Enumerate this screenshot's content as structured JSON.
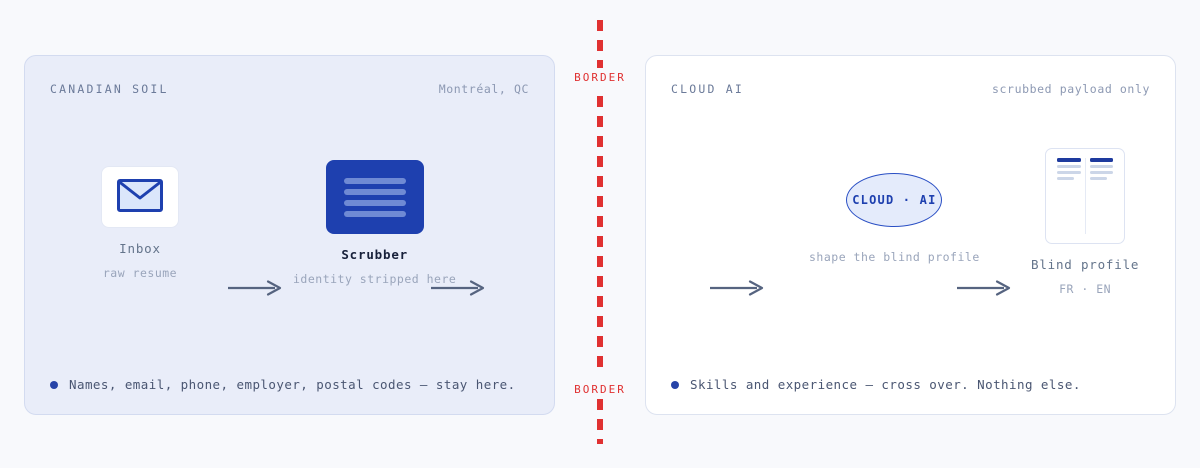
{
  "colors": {
    "page_bg": "#f8f9fc",
    "left_panel_bg": "#e9edf9",
    "right_panel_bg": "#ffffff",
    "accent_blue": "#1e40af",
    "border_red": "#e03131",
    "arrow_gray": "#566480"
  },
  "left_panel": {
    "kicker": "CANADIAN SOIL",
    "meta": "Montréal, QC",
    "nodes": [
      {
        "icon": "envelope-icon",
        "label": "Inbox",
        "sublabel": "raw resume",
        "emphasis": false
      },
      {
        "icon": "scrubber-block-icon",
        "label": "Scrubber",
        "sublabel": "identity stripped here",
        "emphasis": true
      }
    ],
    "footer": "Names, email, phone, employer, postal codes — stay here."
  },
  "right_panel": {
    "kicker": "CLOUD AI",
    "meta": "scrubbed payload only",
    "nodes": [
      {
        "icon": "cloud-ellipse-icon",
        "badge_text": "CLOUD · AI",
        "label": "",
        "sublabel": "shape the blind profile",
        "emphasis": false
      },
      {
        "icon": "document-icon",
        "label": "Blind profile",
        "sublabel": "FR · EN",
        "emphasis": false
      }
    ],
    "footer": "Skills and experience — cross over. Nothing else."
  },
  "divider": {
    "label_top": "BORDER",
    "label_bottom": "BORDER"
  }
}
